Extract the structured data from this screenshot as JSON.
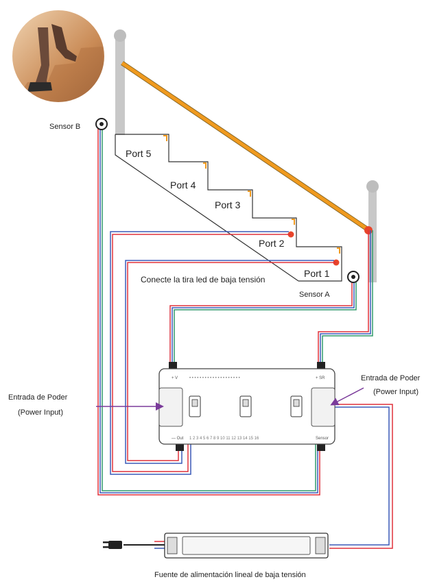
{
  "labels": {
    "sensor_b": "Sensor B",
    "sensor_a": "Sensor A",
    "ports": [
      "Port 5",
      "Port 4",
      "Port 3",
      "Port 2",
      "Port 1"
    ],
    "connect_strip": "Conecte la tira led de baja tensión",
    "power_in_left_es": "Entrada de Poder",
    "power_in_left_en": "(Power Input)",
    "power_in_right_es": "Entrada de Poder",
    "power_in_right_en": "(Power Input)",
    "psu": "Fuente de alimentación lineal de baja tensión"
  },
  "colors": {
    "handrail": "#f09a1e",
    "post": "#c8c8c8",
    "wire_red": "#e0303a",
    "wire_blue": "#3a5ab8",
    "wire_green": "#2f9a6a",
    "wire_purple": "#8a4aa0",
    "led_dot": "#e8452a",
    "arrow": "#7a3a9a"
  },
  "icons": [
    "photo-stairs",
    "sensor-icon",
    "power-plug-icon",
    "controller-board",
    "power-supply"
  ]
}
